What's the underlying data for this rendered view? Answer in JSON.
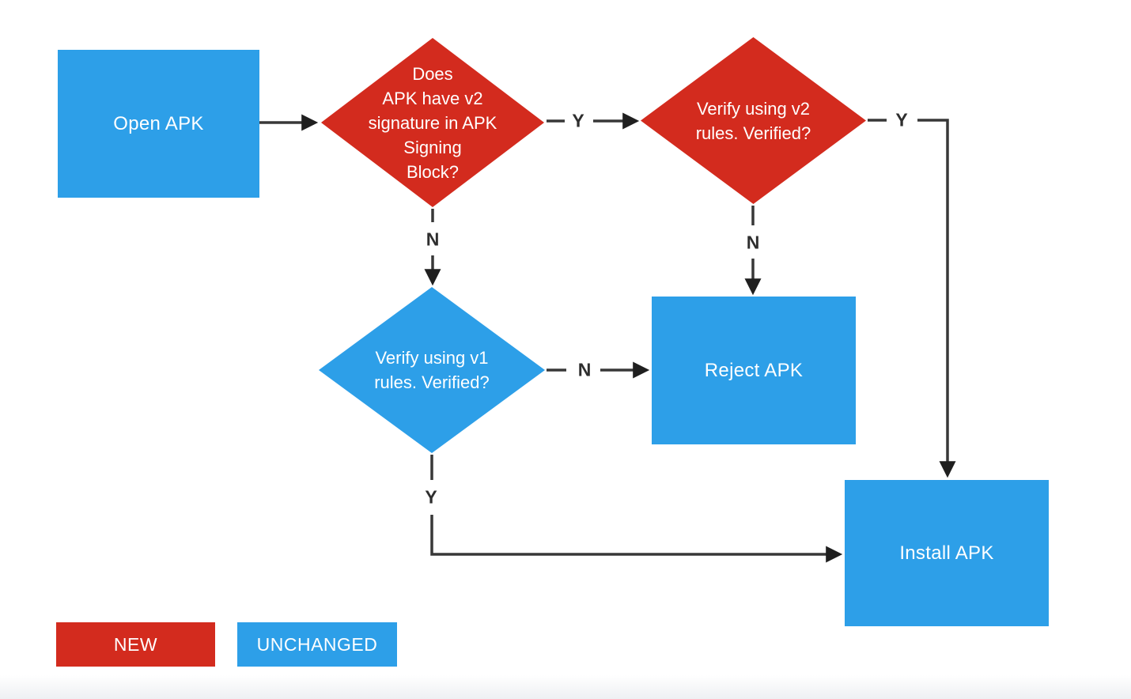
{
  "diagram_title": "APK v2 signature verification flowchart",
  "colors": {
    "new_red": "#d32b1e",
    "unchanged_blue": "#2d9fe8",
    "connector": "#383838",
    "arrowhead": "#1f1f1f",
    "edge_label_text": "#2e2e2e",
    "node_text": "#ffffff"
  },
  "nodes": {
    "open_apk": {
      "label": "Open APK",
      "type": "process",
      "color": "blue"
    },
    "v2_check": {
      "text": "Does\nAPK have v2\nsignature in APK\nSigning\nBlock?",
      "type": "decision",
      "color": "red"
    },
    "v2_verify": {
      "text": "Verify using v2\nrules. Verified?",
      "type": "decision",
      "color": "red"
    },
    "v1_verify": {
      "text": "Verify using v1\nrules. Verified?",
      "type": "decision",
      "color": "blue"
    },
    "reject_apk": {
      "label": "Reject APK",
      "type": "process",
      "color": "blue"
    },
    "install_apk": {
      "label": "Install APK",
      "type": "process",
      "color": "blue"
    }
  },
  "edge_labels": {
    "v2_check_yes": "Y",
    "v2_check_no": "N",
    "v2_verify_yes": "Y",
    "v2_verify_no": "N",
    "v1_verify_yes": "Y",
    "v1_verify_no": "N"
  },
  "edges_semantic": [
    "Open APK -> Does APK have v2 signature in APK Signing Block?",
    "v2 signature check -Y-> Verify using v2 rules",
    "v2 signature check -N-> Verify using v1 rules",
    "Verify using v2 rules -Y-> Install APK",
    "Verify using v2 rules -N-> Reject APK",
    "Verify using v1 rules -N-> Reject APK",
    "Verify using v1 rules -Y-> Install APK"
  ],
  "legend": {
    "new_label": "NEW",
    "unchanged_label": "UNCHANGED"
  }
}
